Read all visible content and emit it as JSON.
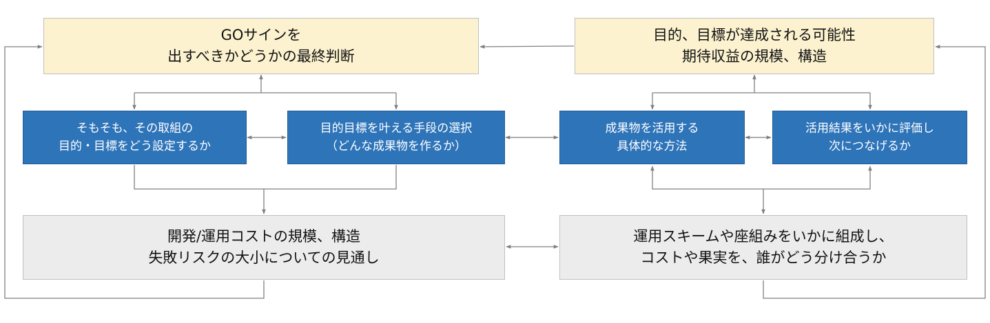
{
  "colors": {
    "goal_box": "#fcf2cf",
    "process_box": "#2e74b9",
    "outcome_box": "#ececec",
    "connector": "#7f7f7f"
  },
  "boxes": {
    "go_decision": {
      "lines": [
        "GOサインを",
        "出すべきかどうかの最終判断"
      ]
    },
    "possibility": {
      "lines": [
        "目的、目標が達成される可能性",
        "期待収益の規模、構造"
      ]
    },
    "objective_setting": {
      "lines": [
        "そもそも、その取組の",
        "目的・目標をどう設定するか"
      ]
    },
    "means_selection": {
      "lines": [
        "目的目標を叶える手段の選択",
        "（どんな成果物を作るか）"
      ]
    },
    "utilization_method": {
      "lines": [
        "成果物を活用する",
        "具体的な方法"
      ]
    },
    "result_evaluation": {
      "lines": [
        "活用結果をいかに評価し",
        "次につなげるか"
      ]
    },
    "cost_risk": {
      "lines": [
        "開発/運用コストの規模、構造",
        "失敗リスクの大小についての見通し"
      ]
    },
    "operation_scheme": {
      "lines": [
        "運用スキームや座組みをいかに組成し、",
        "コストや果実を、誰がどう分け合うか"
      ]
    }
  }
}
